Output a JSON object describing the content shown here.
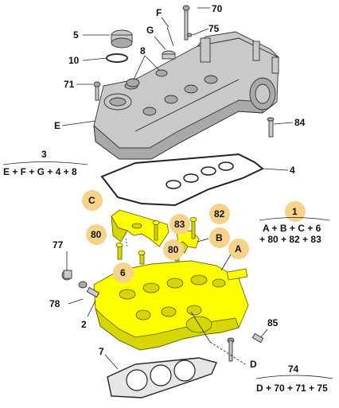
{
  "labels": {
    "l5": "5",
    "l10": "10",
    "l71": "71",
    "lE": "E",
    "lF": "F",
    "lG": "G",
    "l8": "8",
    "l70": "70",
    "l75": "75",
    "l84": "84",
    "l3": "3",
    "l4": "4",
    "lC": "C",
    "l80a": "80",
    "l83": "83",
    "l82": "82",
    "lB": "B",
    "l1": "1",
    "lA": "A",
    "l80b": "80",
    "l77": "77",
    "l6": "6",
    "l78": "78",
    "l2": "2",
    "l85": "85",
    "l7": "7",
    "lD": "D",
    "l74": "74"
  },
  "formulas": {
    "f3": "E + F + G + 4 + 8",
    "f1a": "A + B + C + 6",
    "f1b": "+ 80 + 82 + 83",
    "f74": "D + 70 + 71 + 75"
  },
  "colors": {
    "highlight": "#ffff00",
    "callout_circle": "#f6d28a",
    "part_grey": "#c9c9c9"
  }
}
